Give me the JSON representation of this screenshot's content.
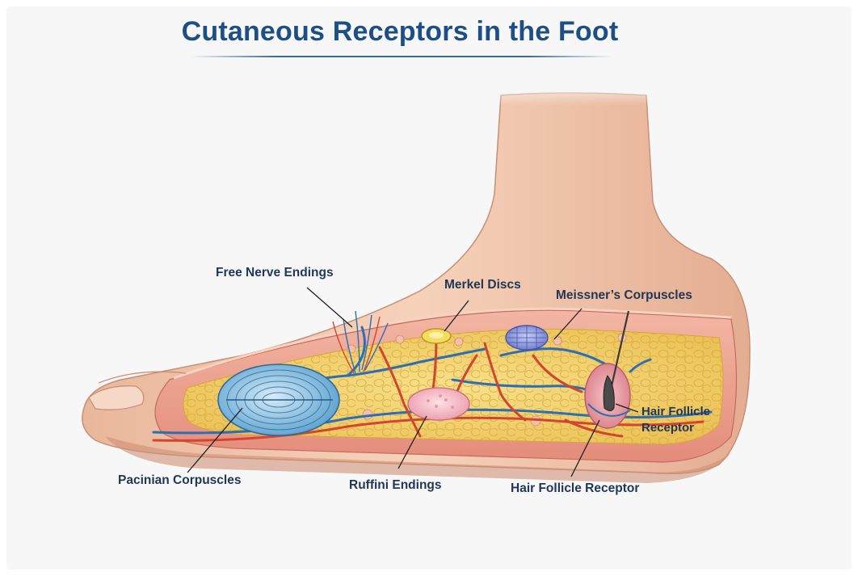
{
  "title": "Cutaneous Receptors in the Foot",
  "labels": {
    "free_nerve_endings": "Free Nerve Endings",
    "merkel_discs": "Merkel Discs",
    "meissners_corpuscles": "Meissner’s Corpuscles",
    "hair_follicle_receptor_line1": "Hair Follicle",
    "hair_follicle_receptor_line2": "Receptor",
    "pacinian_corpuscles": "Pacinian Corpuscles",
    "ruffini_endings": "Ruffini Endings",
    "hair_follicle_receptor_bottom": "Hair Follicle Receptor"
  },
  "colors": {
    "title": "#1d4f86",
    "label": "#1f3657",
    "skin": "#f2c4a6",
    "skin_shadow": "#d99a7f",
    "dermis": "#ec9f8e",
    "fat": "#f3d46a",
    "nerve_blue": "#2c6fb3",
    "nerve_red": "#d2452e",
    "pacinian": "#8ec6e6",
    "ruffini": "#f4b6c0",
    "meissner": "#7f8fd9"
  }
}
